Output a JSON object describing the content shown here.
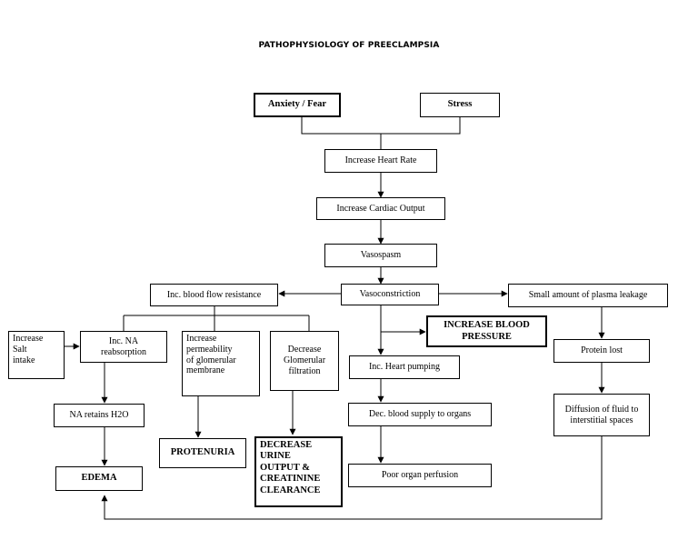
{
  "title": "PATHOPHYSIOLOGY OF PREECLAMPSIA",
  "nodes": {
    "anxiety": "Anxiety / Fear",
    "stress": "Stress",
    "heart_rate": "Increase Heart Rate",
    "cardiac_output": "Increase Cardiac Output",
    "vasospasm": "Vasospasm",
    "vasoconstriction": "Vasoconstriction",
    "blood_flow_resistance": "Inc. blood flow resistance",
    "plasma_leakage": "Small amount of plasma leakage",
    "salt_intake": "Increase\nSalt\nintake",
    "na_reabsorption": "Inc. NA\nreabsorption",
    "permeability": "Increase\npermeability\nof glomerular\nmembrane",
    "glomerular_filtration": "Decrease\nGlomerular\nfiltration",
    "blood_pressure": "INCREASE BLOOD\nPRESSURE",
    "heart_pumping": "Inc. Heart pumping",
    "protein_lost": "Protein lost",
    "na_retains": "NA retains H2O",
    "blood_supply": "Dec. blood supply to organs",
    "diffusion": "Diffusion of fluid to\ninterstitial spaces",
    "edema": "EDEMA",
    "protenuria": "PROTENURIA",
    "urine_output": "DECREASE\nURINE\nOUTPUT &\nCREATININE\nCLEARANCE",
    "organ_perfusion": "Poor organ perfusion"
  }
}
